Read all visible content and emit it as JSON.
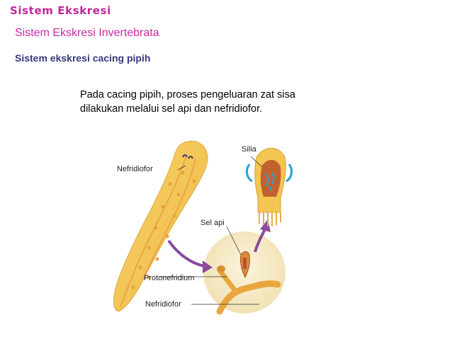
{
  "slide": {
    "top_title": "Sistem Ekskresi",
    "subtitle": "Sistem Ekskresi Invertebrata",
    "heading": "Sistem ekskresi cacing pipih",
    "paragraph": {
      "line1": "Pada cacing pipih, proses pengeluaran zat sisa",
      "line2": "dilakukan melalui sel api dan nefridiofor."
    }
  },
  "figure": {
    "labels": {
      "nefridiofor_top": "Nefridiofor",
      "silia": "Silia",
      "sel_api": "Sel api",
      "protonefridium": "Protonefridium",
      "nefridiofor_bottom": "Nefridiofor"
    },
    "colors": {
      "worm_body": "#f3c552",
      "worm_spots": "#e8a23a",
      "arrow": "#8b4a9e",
      "circle_bg": "#f7eed0",
      "cilia_blue": "#2aa0d6",
      "cell_brown": "#b5552c"
    }
  }
}
